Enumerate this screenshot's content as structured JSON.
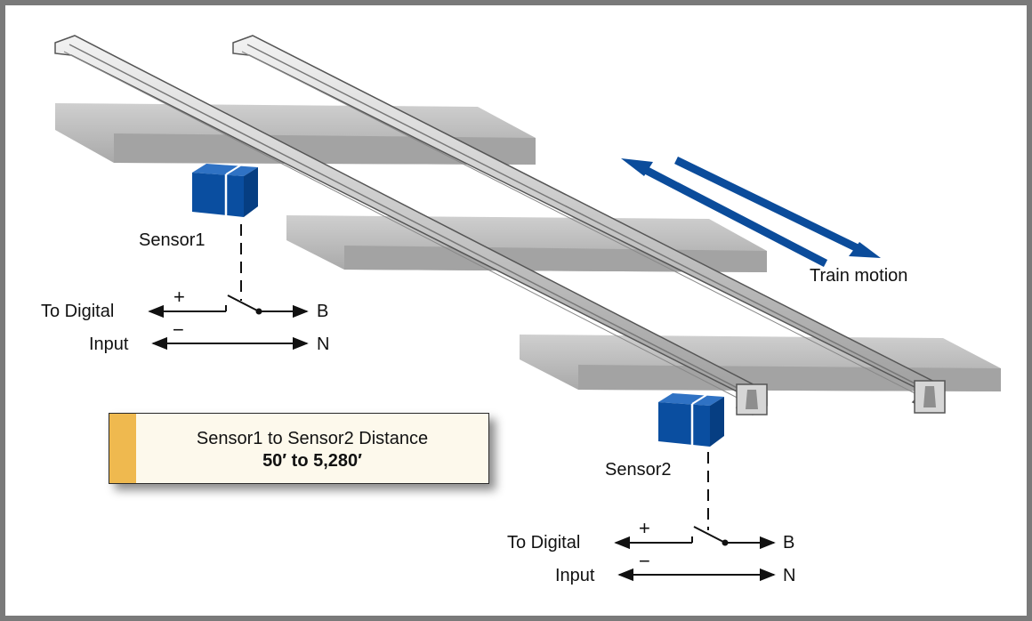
{
  "sensor1": {
    "label": "Sensor1",
    "to_digital": "To Digital",
    "input": "Input",
    "plus": "+",
    "minus": "−",
    "b": "B",
    "n": "N"
  },
  "sensor2": {
    "label": "Sensor2",
    "to_digital": "To Digital",
    "input": "Input",
    "plus": "+",
    "minus": "−",
    "b": "B",
    "n": "N"
  },
  "motion": {
    "label": "Train motion"
  },
  "callout": {
    "line1": "Sensor1 to Sensor2 Distance",
    "line2": "50′ to 5,280′"
  },
  "colors": {
    "frame": "#7a7a7a",
    "tie": "#bdbdbd",
    "rail": "#c9c9c9",
    "sensor": "#0a4ea0",
    "arrow": "#0b4c9b",
    "callout_tab": "#efb94f",
    "callout_bg": "#fdf9ec"
  }
}
